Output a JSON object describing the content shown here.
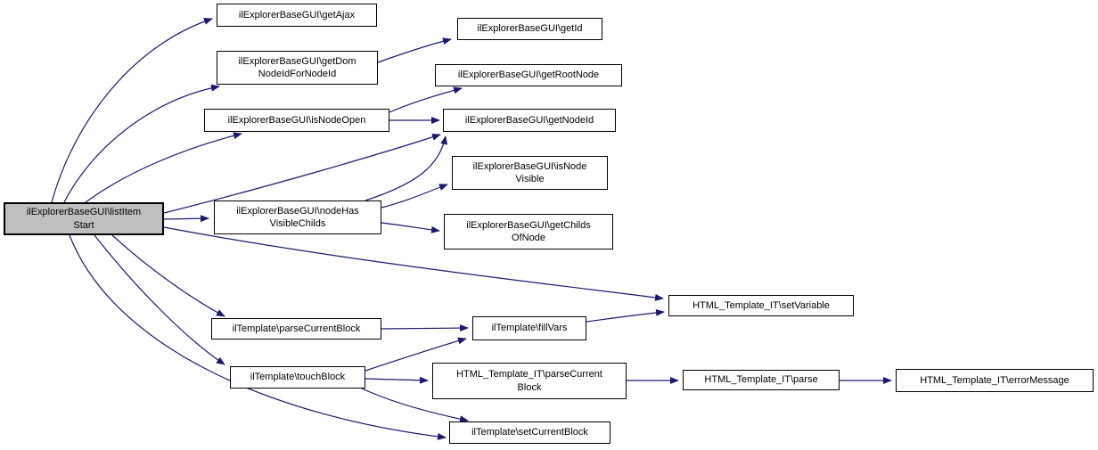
{
  "diagram": {
    "kind": "call-graph",
    "colors": {
      "edge": "#191970",
      "arrowhead": "#191970",
      "node_border": "#000000",
      "node_fill": "#ffffff",
      "highlight_node_fill": "#bfbfbf",
      "text": "#000000",
      "background": "#ffffff"
    },
    "nodes": [
      {
        "id": "listItemStart",
        "label": "ilExplorerBaseGUI\\listItem\nStart",
        "highlighted": true
      },
      {
        "id": "getAjax",
        "label": "ilExplorerBaseGUI\\getAjax"
      },
      {
        "id": "getDomNodeIdForNodeId",
        "label": "ilExplorerBaseGUI\\getDom\nNodeIdForNodeId"
      },
      {
        "id": "getId",
        "label": "ilExplorerBaseGUI\\getId"
      },
      {
        "id": "getRootNode",
        "label": "ilExplorerBaseGUI\\getRootNode"
      },
      {
        "id": "isNodeOpen",
        "label": "ilExplorerBaseGUI\\isNodeOpen"
      },
      {
        "id": "getNodeId",
        "label": "ilExplorerBaseGUI\\getNodeId"
      },
      {
        "id": "isNodeVisible",
        "label": "ilExplorerBaseGUI\\isNode\nVisible"
      },
      {
        "id": "nodeHasVisibleChilds",
        "label": "ilExplorerBaseGUI\\nodeHas\nVisibleChilds"
      },
      {
        "id": "getChildsOfNode",
        "label": "ilExplorerBaseGUI\\getChilds\nOfNode"
      },
      {
        "id": "setVariable",
        "label": "HTML_Template_IT\\setVariable"
      },
      {
        "id": "parseCurrentBlock",
        "label": "ilTemplate\\parseCurrentBlock"
      },
      {
        "id": "fillVars",
        "label": "ilTemplate\\fillVars"
      },
      {
        "id": "touchBlock",
        "label": "ilTemplate\\touchBlock"
      },
      {
        "id": "itParseCurrentBlock",
        "label": "HTML_Template_IT\\parseCurrent\nBlock"
      },
      {
        "id": "itParse",
        "label": "HTML_Template_IT\\parse"
      },
      {
        "id": "errorMessage",
        "label": "HTML_Template_IT\\errorMessage"
      },
      {
        "id": "setCurrentBlock",
        "label": "ilTemplate\\setCurrentBlock"
      }
    ],
    "edges": [
      {
        "from": "listItemStart",
        "to": "getAjax"
      },
      {
        "from": "listItemStart",
        "to": "getDomNodeIdForNodeId"
      },
      {
        "from": "listItemStart",
        "to": "isNodeOpen"
      },
      {
        "from": "listItemStart",
        "to": "getNodeId"
      },
      {
        "from": "listItemStart",
        "to": "nodeHasVisibleChilds"
      },
      {
        "from": "listItemStart",
        "to": "setVariable"
      },
      {
        "from": "listItemStart",
        "to": "parseCurrentBlock"
      },
      {
        "from": "listItemStart",
        "to": "touchBlock"
      },
      {
        "from": "listItemStart",
        "to": "setCurrentBlock"
      },
      {
        "from": "getDomNodeIdForNodeId",
        "to": "getId"
      },
      {
        "from": "isNodeOpen",
        "to": "getRootNode"
      },
      {
        "from": "isNodeOpen",
        "to": "getNodeId"
      },
      {
        "from": "nodeHasVisibleChilds",
        "to": "getNodeId"
      },
      {
        "from": "nodeHasVisibleChilds",
        "to": "isNodeVisible"
      },
      {
        "from": "nodeHasVisibleChilds",
        "to": "getChildsOfNode"
      },
      {
        "from": "fillVars",
        "to": "setVariable"
      },
      {
        "from": "parseCurrentBlock",
        "to": "fillVars"
      },
      {
        "from": "touchBlock",
        "to": "fillVars"
      },
      {
        "from": "touchBlock",
        "to": "itParseCurrentBlock"
      },
      {
        "from": "touchBlock",
        "to": "setCurrentBlock"
      },
      {
        "from": "itParseCurrentBlock",
        "to": "itParse"
      },
      {
        "from": "itParse",
        "to": "errorMessage"
      }
    ]
  }
}
